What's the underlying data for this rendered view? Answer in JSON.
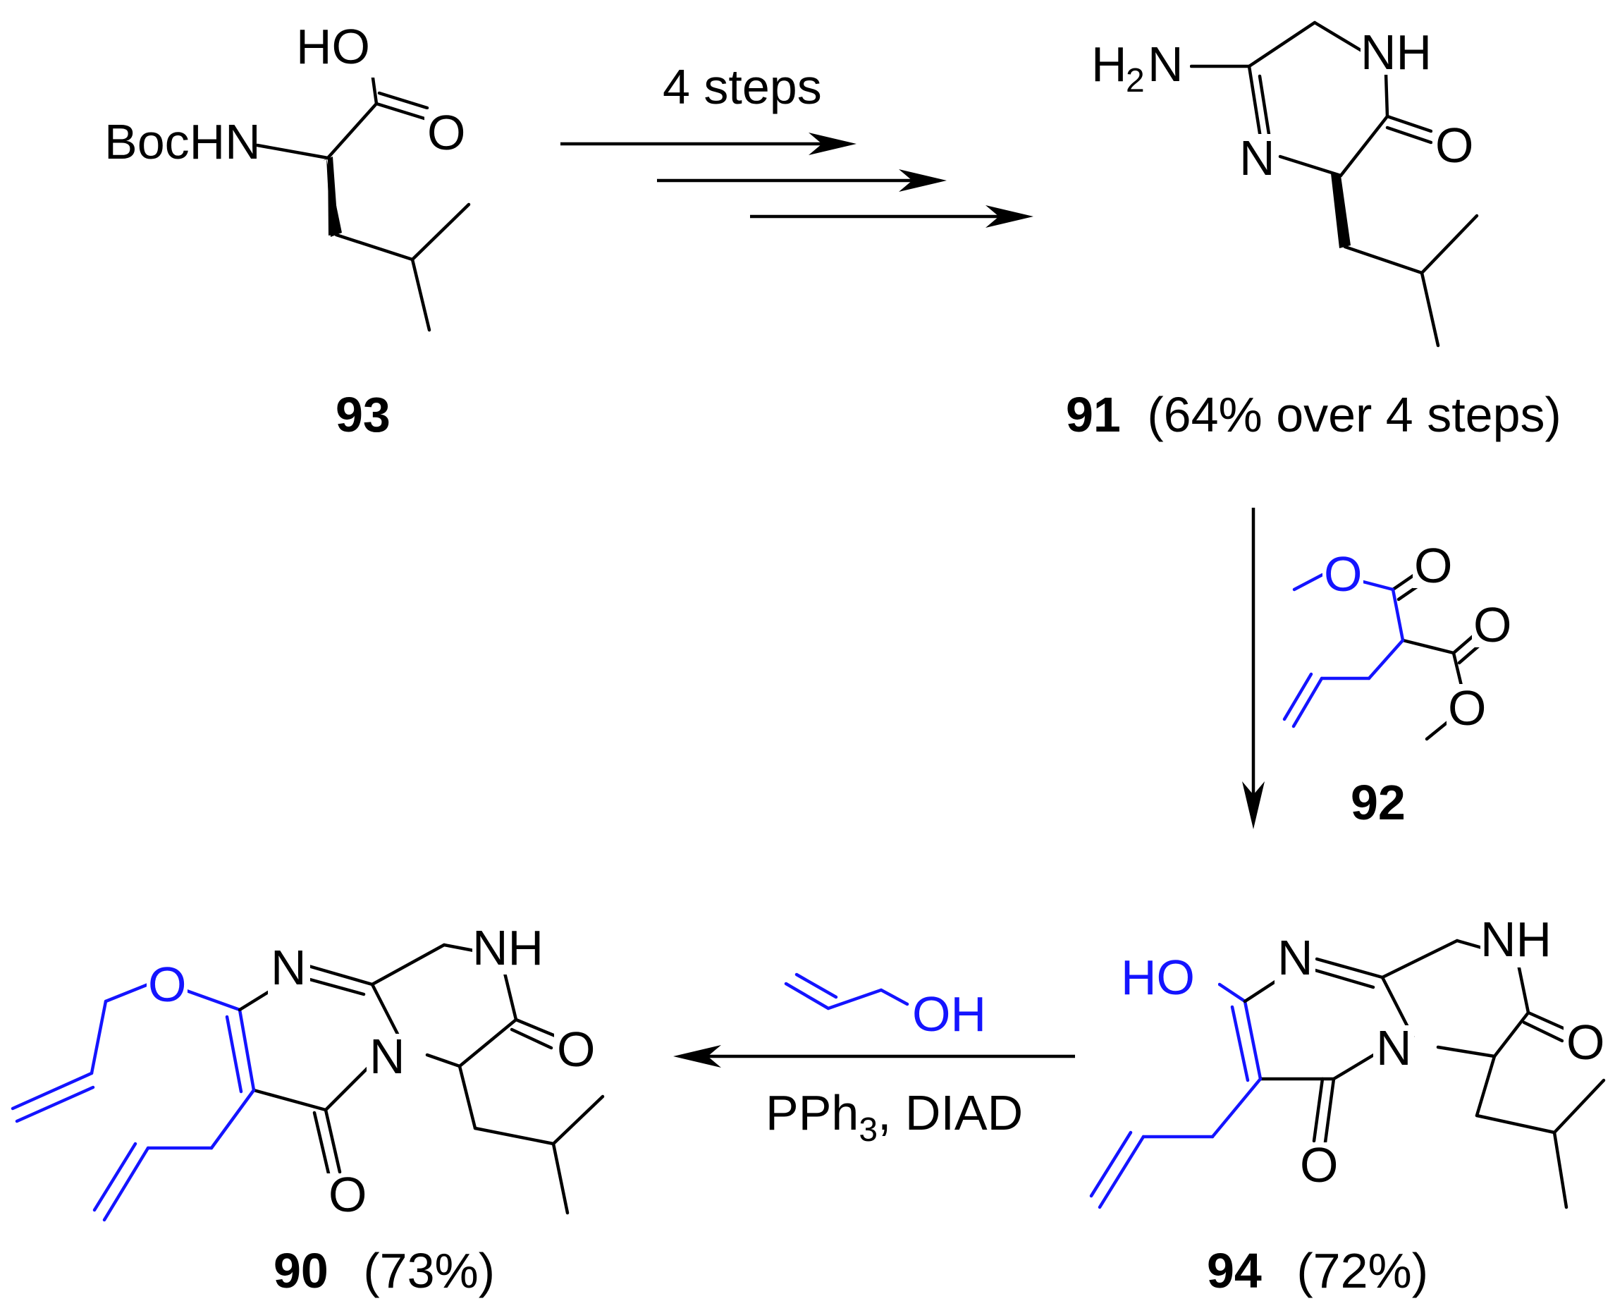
{
  "colors": {
    "bond": "#000000",
    "highlight": "#1414ff",
    "background": "#ffffff"
  },
  "reagents": {
    "step1": "4 steps",
    "step3_sub": "3",
    "step3_pre": "PPh",
    "step3_post": ", DIAD"
  },
  "compounds": {
    "c93": {
      "label": "93"
    },
    "c91": {
      "label": "91",
      "note": "(64% over 4 steps)"
    },
    "c92": {
      "label": "92"
    },
    "c94": {
      "label": "94",
      "yield": "(72%)"
    },
    "c90": {
      "label": "90",
      "yield": "(73%)"
    }
  },
  "atoms": {
    "ho": "HO",
    "o": "O",
    "bochn": "BocHN",
    "h": "H",
    "two": "2",
    "n": "N",
    "nh": "NH",
    "oh": "OH"
  }
}
